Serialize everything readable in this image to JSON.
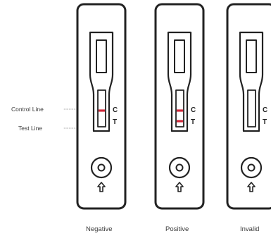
{
  "diagram": {
    "side_labels": {
      "control": "Control Line",
      "test": "Test Line"
    },
    "cassettes": [
      {
        "caption": "Negative",
        "c_mark": "C",
        "t_mark": "T",
        "control_line": true,
        "test_line": false
      },
      {
        "caption": "Positive",
        "c_mark": "C",
        "t_mark": "T",
        "control_line": true,
        "test_line": true
      },
      {
        "caption": "Invalid",
        "c_mark": "C",
        "t_mark": "T",
        "control_line": false,
        "test_line": false
      }
    ],
    "colors": {
      "outline": "#222222",
      "band": "#d0283a",
      "text": "#3a3a3a"
    }
  }
}
